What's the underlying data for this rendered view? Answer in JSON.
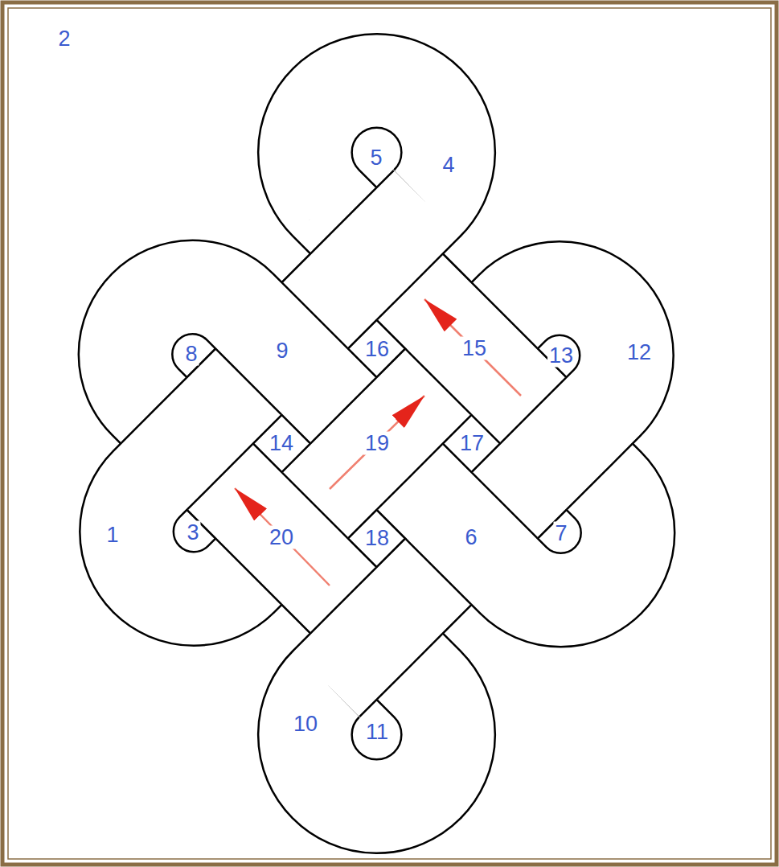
{
  "diagram": {
    "labels": [
      "2",
      "5",
      "4",
      "8",
      "9",
      "16",
      "15",
      "13",
      "12",
      "14",
      "19",
      "17",
      "1",
      "3",
      "20",
      "18",
      "6",
      "7",
      "10",
      "11"
    ]
  }
}
